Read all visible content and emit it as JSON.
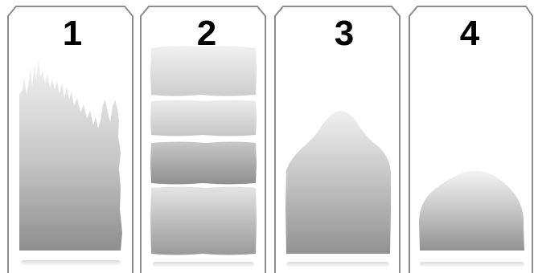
{
  "panels": [
    {
      "label": "1",
      "shape": "jagged-column"
    },
    {
      "label": "2",
      "shape": "stacked-layers"
    },
    {
      "label": "3",
      "shape": "tall-mound"
    },
    {
      "label": "4",
      "shape": "low-mound"
    }
  ],
  "colors": {
    "border": "#8c8c8c",
    "fill_light": "#eeeeee",
    "fill_mid": "#bdbdbd",
    "fill_dark": "#8a8a8a",
    "label": "#000000",
    "background": "#ffffff"
  }
}
